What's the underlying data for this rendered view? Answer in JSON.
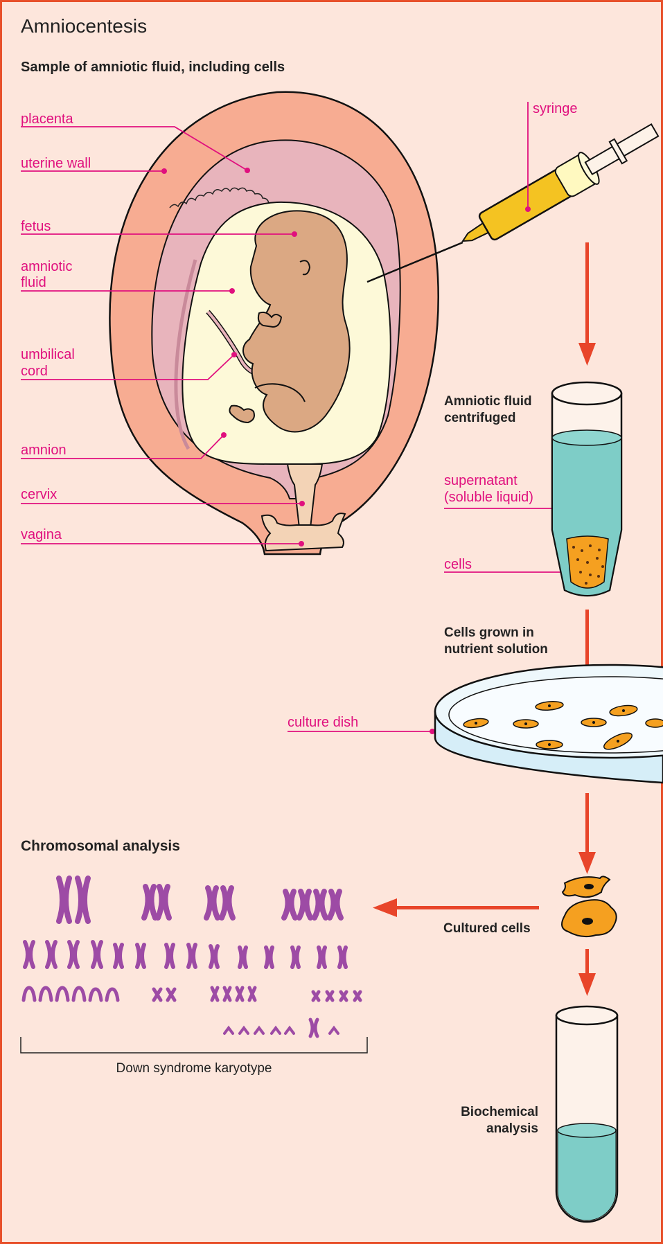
{
  "title": "Amniocentesis",
  "subtitle": "Sample of amniotic fluid, including cells",
  "labels": {
    "placenta": "placenta",
    "uterine_wall": "uterine wall",
    "fetus": "fetus",
    "amniotic_fluid_1": "amniotic",
    "amniotic_fluid_2": "fluid",
    "umbilical_cord_1": "umbilical",
    "umbilical_cord_2": "cord",
    "amnion": "amnion",
    "cervix": "cervix",
    "vagina": "vagina",
    "syringe": "syringe",
    "supernatant_1": "supernatant",
    "supernatant_2": "(soluble liquid)",
    "cells": "cells",
    "culture_dish": "culture dish"
  },
  "steps": {
    "centrifuged_1": "Amniotic fluid",
    "centrifuged_2": "centrifuged",
    "grown_1": "Cells grown in",
    "grown_2": "nutrient solution",
    "cultured_cells": "Cultured cells",
    "biochemical_1": "Biochemical",
    "biochemical_2": "analysis",
    "chromosomal": "Chromosomal analysis",
    "karyotype": "Down syndrome karyotype"
  },
  "colors": {
    "background": "#fde6dc",
    "border": "#e8502a",
    "label_magenta": "#e0107e",
    "arrow_red": "#e8452a",
    "uterus": "#f7ac92",
    "placenta": "#e8b4bc",
    "amniotic_fluid": "#fdf9d8",
    "fetus": "#dba883",
    "syringe_yellow": "#f4c322",
    "liquid_teal": "#7ecdc7",
    "cell_orange": "#f5a020",
    "chromosome_purple": "#9d4ba5"
  }
}
